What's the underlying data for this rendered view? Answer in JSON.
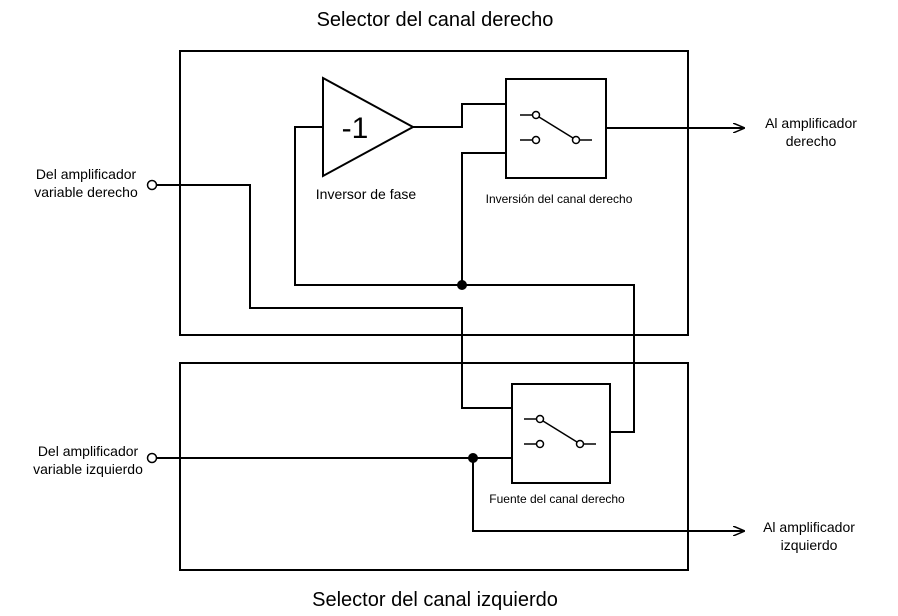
{
  "titles": {
    "right_selector": "Selector del canal derecho",
    "left_selector": "Selector del canal izquierdo"
  },
  "inputs": {
    "right": [
      "Del amplificador",
      "variable derecho"
    ],
    "left": [
      "Del amplificador",
      "variable izquierdo"
    ]
  },
  "outputs": {
    "right": [
      "Al amplificador",
      "derecho"
    ],
    "left": [
      "Al amplificador",
      "izquierdo"
    ]
  },
  "inverter": {
    "gain": "-1",
    "label": "Inversor de fase"
  },
  "switches": {
    "right_inversion": "Inversión del canal derecho",
    "right_source": "Fuente del canal derecho"
  }
}
